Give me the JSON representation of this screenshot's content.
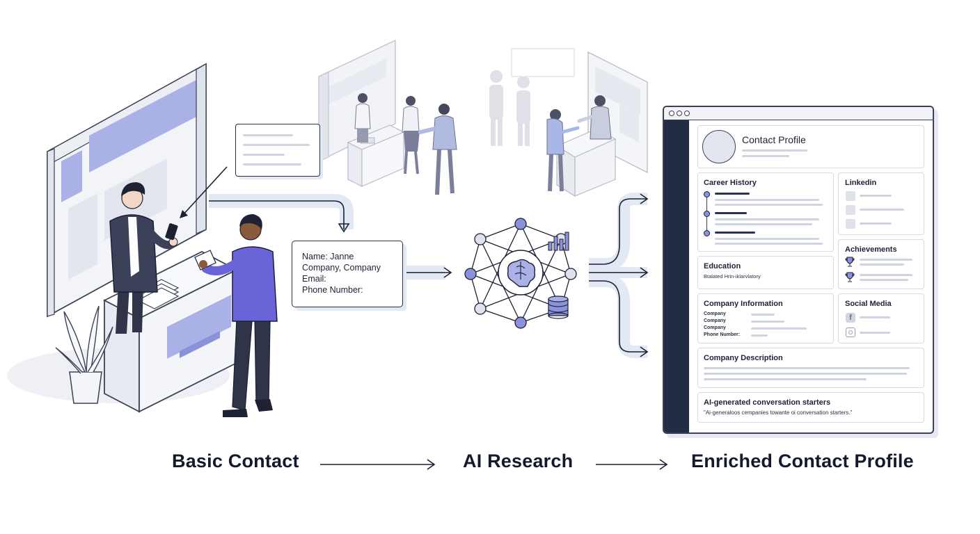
{
  "stages": {
    "basic": "Basic Contact",
    "research": "AI Research",
    "enriched": "Enriched Contact Profile"
  },
  "contact_card": {
    "name": "Name: Janne",
    "company": "Company, Company",
    "email": "Email:",
    "phone": "Phone Number:"
  },
  "profile": {
    "title": "Contact Profile",
    "career_history": "Career History",
    "linkedin": "Linkedin",
    "achievements": "Achievements",
    "education": "Education",
    "education_value": "Btalated Hrin-iklarvlatory",
    "company_info": {
      "title": "Company Information",
      "rows": [
        "Company",
        "Company",
        "Company",
        "Phone Number:"
      ]
    },
    "social_media": "Social Media",
    "company_description": "Company Description",
    "starters": {
      "title": "AI-generated conversation starters",
      "quote": "\"Ai-generaloos cempanies towante oi conversation starters.\""
    }
  },
  "colors": {
    "accent": "#6b64d8",
    "accent_light": "#8f94e0",
    "ink": "#1b2033",
    "flow_band": "#e3e8f5",
    "panel_border": "#d5d9e4",
    "sidebar": "#232c45"
  },
  "icons": [
    "brain-icon",
    "bar-chart-icon",
    "database-icon",
    "trophy-icon",
    "facebook-icon",
    "instagram-icon",
    "linkedin-icon"
  ]
}
